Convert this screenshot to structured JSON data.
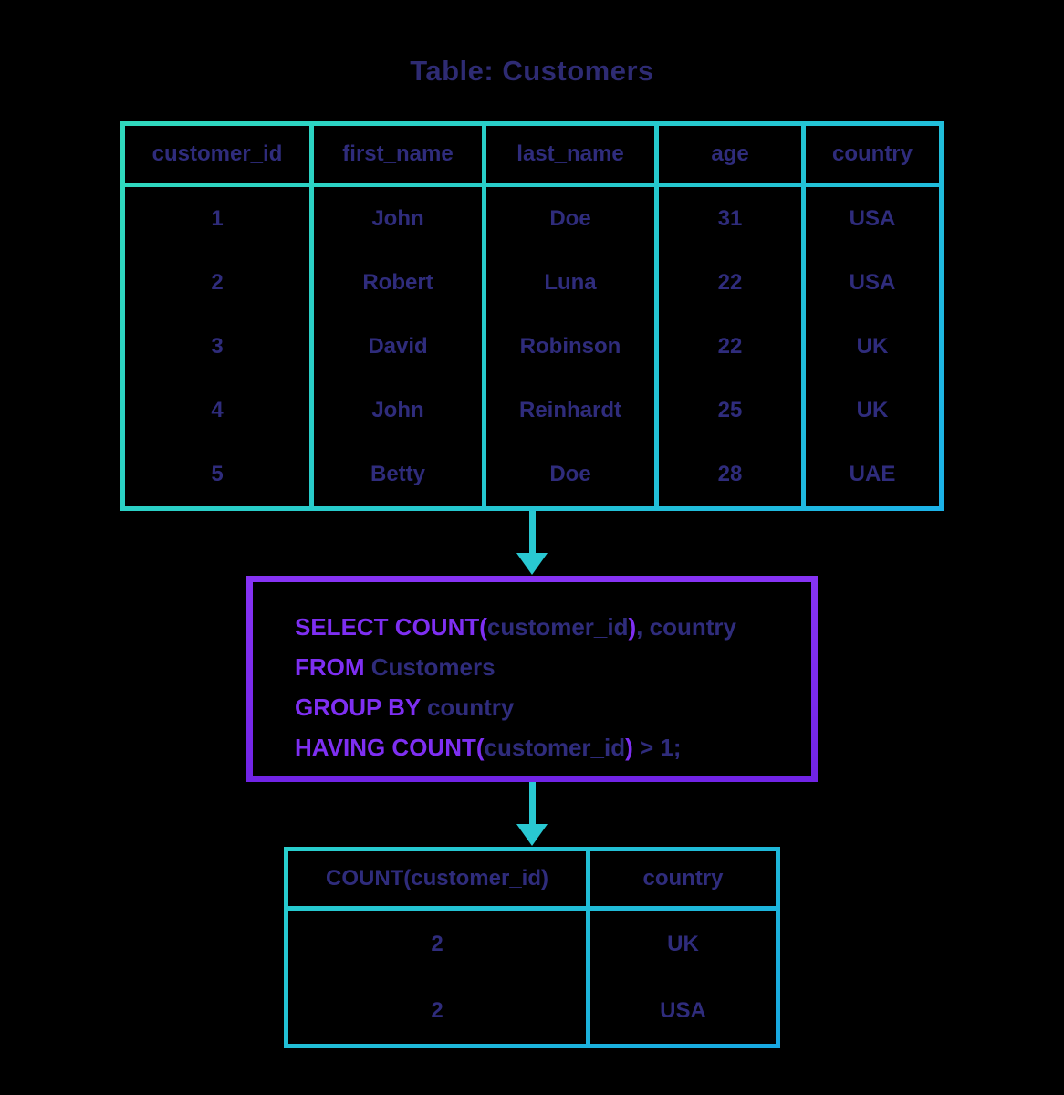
{
  "title": "Table: Customers",
  "customers_table": {
    "columns": [
      "customer_id",
      "first_name",
      "last_name",
      "age",
      "country"
    ],
    "rows": [
      [
        "1",
        "John",
        "Doe",
        "31",
        "USA"
      ],
      [
        "2",
        "Robert",
        "Luna",
        "22",
        "USA"
      ],
      [
        "3",
        "David",
        "Robinson",
        "22",
        "UK"
      ],
      [
        "4",
        "John",
        "Reinhardt",
        "25",
        "UK"
      ],
      [
        "5",
        "Betty",
        "Doe",
        "28",
        "UAE"
      ]
    ]
  },
  "query": {
    "line1": {
      "kw1": "SELECT COUNT(",
      "id1": "customer_id",
      "kw2": ")",
      "id2": ", country"
    },
    "line2": {
      "kw1": "FROM",
      "id1": " Customers"
    },
    "line3": {
      "kw1": "GROUP BY",
      "id1": " country"
    },
    "line4": {
      "kw1": "HAVING COUNT(",
      "id1": "customer_id",
      "kw2": ")",
      "id2": " > 1;"
    }
  },
  "result_table": {
    "columns": [
      "COUNT(customer_id)",
      "country"
    ],
    "rows": [
      [
        "2",
        "UK"
      ],
      [
        "2",
        "USA"
      ]
    ]
  },
  "colors": {
    "background": "#000000",
    "table_border_start": "#30d9bd",
    "table_border_end": "#1cb2e8",
    "query_border": "#7c2bf0",
    "keyword_purple": "#7e2ff2",
    "text_navy": "#2f2c7c",
    "arrow_cyan": "#29c8d2"
  }
}
